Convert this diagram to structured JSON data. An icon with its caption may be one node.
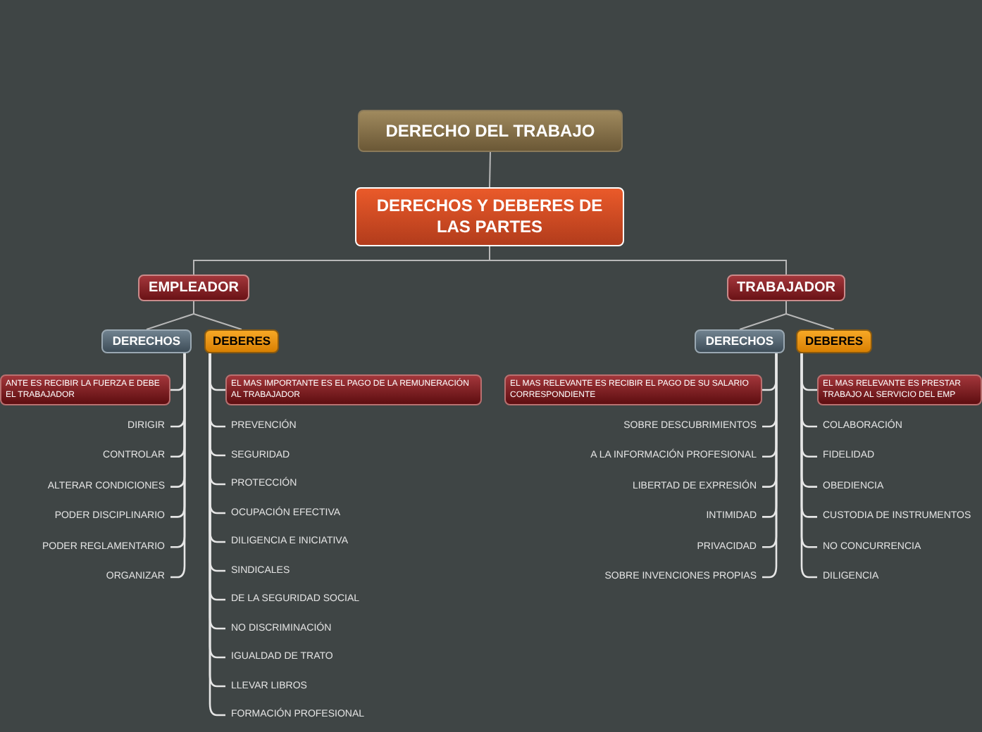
{
  "diagram": {
    "nodes": [
      {
        "text": [
          "DERECHO DEL TRABAJO"
        ]
      },
      {
        "text": [
          "DERECHOS Y DEBERES DE LAS PARTES"
        ]
      },
      {
        "text": [
          "EMPLEADOR"
        ]
      },
      {
        "text": [
          "TRABAJADOR"
        ]
      },
      {
        "text": [
          "DERECHOS"
        ]
      },
      {
        "text": [
          "DEBERES"
        ]
      },
      {
        "text": [
          "DERECHOS"
        ]
      },
      {
        "text": [
          "DEBERES"
        ]
      },
      {
        "text": [
          "ANTE ES RECIBIR LA FUERZA E DEBE EL TRABAJADOR"
        ]
      },
      {
        "text": [
          "DIRIGIR"
        ]
      },
      {
        "text": [
          "CONTROLAR"
        ]
      },
      {
        "text": [
          "ALTERAR CONDICIONES"
        ]
      },
      {
        "text": [
          "PODER DISCIPLINARIO"
        ]
      },
      {
        "text": [
          "PODER REGLAMENTARIO"
        ]
      },
      {
        "text": [
          "ORGANIZAR"
        ]
      },
      {
        "text": [
          "EL MAS IMPORTANTE ES EL PAGO DE LA REMUNERACIÓN AL TRABAJADOR"
        ]
      },
      {
        "text": [
          "PREVENCIÓN"
        ]
      },
      {
        "text": [
          "SEGURIDAD"
        ]
      },
      {
        "text": [
          "PROTECCIÓN"
        ]
      },
      {
        "text": [
          "OCUPACIÓN EFECTIVA"
        ]
      },
      {
        "text": [
          "DILIGENCIA E INICIATIVA"
        ]
      },
      {
        "text": [
          "SINDICALES"
        ]
      },
      {
        "text": [
          "DE LA SEGURIDAD SOCIAL"
        ]
      },
      {
        "text": [
          "NO DISCRIMINACIÓN"
        ]
      },
      {
        "text": [
          "IGUALDAD DE TRATO"
        ]
      },
      {
        "text": [
          "LLEVAR LIBROS"
        ]
      },
      {
        "text": [
          "FORMACIÓN PROFESIONAL"
        ]
      },
      {
        "text": [
          "EL MAS RELEVANTE ES RECIBIR EL PAGO DE SU SALARIO CORRESPONDIENTE"
        ]
      },
      {
        "text": [
          "SOBRE DESCUBRIMIENTOS"
        ]
      },
      {
        "text": [
          "A LA INFORMACIÓN PROFESIONAL"
        ]
      },
      {
        "text": [
          "LIBERTAD DE EXPRESIÓN"
        ]
      },
      {
        "text": [
          "INTIMIDAD"
        ]
      },
      {
        "text": [
          "PRIVACIDAD"
        ]
      },
      {
        "text": [
          "SOBRE INVENCIONES PROPIAS"
        ]
      },
      {
        "text": [
          "EL MAS RELEVANTE ES PRESTAR TRABAJO AL SERVICIO DEL EMP"
        ]
      },
      {
        "text": [
          "COLABORACIÓN"
        ]
      },
      {
        "text": [
          "FIDELIDAD"
        ]
      },
      {
        "text": [
          "OBEDIENCIA"
        ]
      },
      {
        "text": [
          "CUSTODIA DE INSTRUMENTOS"
        ]
      },
      {
        "text": [
          "NO CONCURRENCIA"
        ]
      },
      {
        "text": [
          "DILIGENCIA"
        ]
      }
    ],
    "edges": [
      {
        "from": 0,
        "to": 1,
        "arrow": "none"
      },
      {
        "from": 1,
        "to": 2,
        "arrow": "none"
      },
      {
        "from": 1,
        "to": 3,
        "arrow": "none"
      },
      {
        "from": 2,
        "to": 4,
        "arrow": "none"
      },
      {
        "from": 2,
        "to": 5,
        "arrow": "none"
      },
      {
        "from": 3,
        "to": 6,
        "arrow": "none"
      },
      {
        "from": 3,
        "to": 7,
        "arrow": "none"
      },
      {
        "from": 4,
        "to": 8,
        "arrow": "none"
      },
      {
        "from": 4,
        "to": 9,
        "arrow": "none"
      },
      {
        "from": 4,
        "to": 10,
        "arrow": "none"
      },
      {
        "from": 4,
        "to": 11,
        "arrow": "none"
      },
      {
        "from": 4,
        "to": 12,
        "arrow": "none"
      },
      {
        "from": 4,
        "to": 13,
        "arrow": "none"
      },
      {
        "from": 4,
        "to": 14,
        "arrow": "none"
      },
      {
        "from": 5,
        "to": 15,
        "arrow": "none"
      },
      {
        "from": 5,
        "to": 16,
        "arrow": "none"
      },
      {
        "from": 5,
        "to": 17,
        "arrow": "none"
      },
      {
        "from": 5,
        "to": 18,
        "arrow": "none"
      },
      {
        "from": 5,
        "to": 19,
        "arrow": "none"
      },
      {
        "from": 5,
        "to": 20,
        "arrow": "none"
      },
      {
        "from": 5,
        "to": 21,
        "arrow": "none"
      },
      {
        "from": 5,
        "to": 22,
        "arrow": "none"
      },
      {
        "from": 5,
        "to": 23,
        "arrow": "none"
      },
      {
        "from": 5,
        "to": 24,
        "arrow": "none"
      },
      {
        "from": 5,
        "to": 25,
        "arrow": "none"
      },
      {
        "from": 5,
        "to": 26,
        "arrow": "none"
      },
      {
        "from": 6,
        "to": 27,
        "arrow": "none"
      },
      {
        "from": 6,
        "to": 28,
        "arrow": "none"
      },
      {
        "from": 6,
        "to": 29,
        "arrow": "none"
      },
      {
        "from": 6,
        "to": 30,
        "arrow": "none"
      },
      {
        "from": 6,
        "to": 31,
        "arrow": "none"
      },
      {
        "from": 6,
        "to": 32,
        "arrow": "none"
      },
      {
        "from": 6,
        "to": 33,
        "arrow": "none"
      },
      {
        "from": 7,
        "to": 34,
        "arrow": "none"
      },
      {
        "from": 7,
        "to": 35,
        "arrow": "none"
      },
      {
        "from": 7,
        "to": 36,
        "arrow": "none"
      },
      {
        "from": 7,
        "to": 37,
        "arrow": "none"
      },
      {
        "from": 7,
        "to": 38,
        "arrow": "none"
      },
      {
        "from": 7,
        "to": 39,
        "arrow": "none"
      },
      {
        "from": 7,
        "to": 40,
        "arrow": "none"
      }
    ]
  }
}
